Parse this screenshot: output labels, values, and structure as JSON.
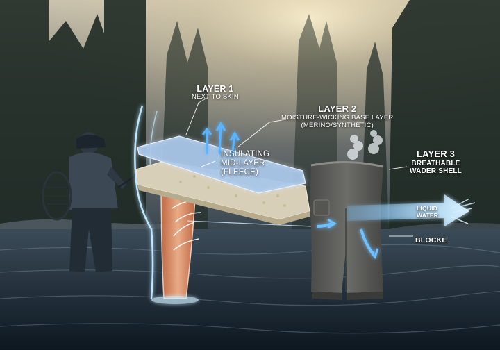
{
  "labels": {
    "layer1": {
      "title": "LAYER 1",
      "sub": "NEXT TO SKIN"
    },
    "layer2": {
      "title": "LAYER 2",
      "line1": "MOISTURE-WICKING BASE LAYER",
      "line2": "(MERINO/SYNTHETIC)"
    },
    "mid": {
      "line1": "INSULATING",
      "line2": "MID-LAYER",
      "line3": "(FLEECE)"
    },
    "layer3": {
      "title": "LAYER 3",
      "line1": "BREATHABLE",
      "line2": "WADER SHELL"
    },
    "water": {
      "line1": "LIQUID",
      "line2": "WATER"
    },
    "blocked": "BLOCKE"
  },
  "colors": {
    "glow": "#9fd8ff",
    "base_layer": "#a9c6e8",
    "fleece": "#d8cfb8",
    "wader": "#5e5f5c",
    "skin": "#e89a70"
  }
}
